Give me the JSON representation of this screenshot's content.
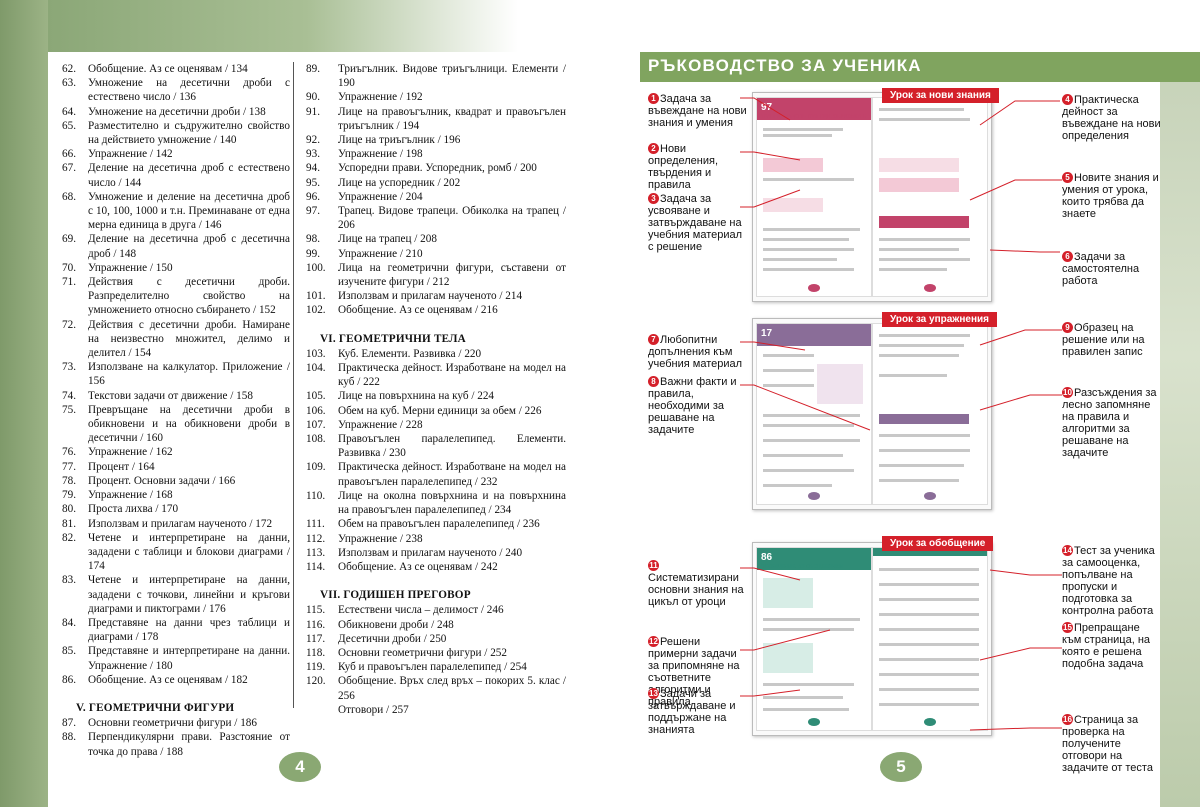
{
  "left_page": {
    "page_number": "4",
    "col1_entries": [
      {
        "num": "62.",
        "text": "Обобщение. Аз се оценявам / 134"
      },
      {
        "num": "63.",
        "text": "Умножение на десетични дроби с естествено число / 136"
      },
      {
        "num": "64.",
        "text": "Умножение на десетични дроби / 138"
      },
      {
        "num": "65.",
        "text": "Разместително и съдружително свойство на действието умножение / 140"
      },
      {
        "num": "66.",
        "text": "Упражнение / 142"
      },
      {
        "num": "67.",
        "text": "Деление на десетична дроб с естествено число / 144"
      },
      {
        "num": "68.",
        "text": "Умножение и деление на десетична дроб с 10, 100, 1000 и т.н. Преминаване от една мерна единица в друга / 146"
      },
      {
        "num": "69.",
        "text": "Деление на десетична дроб с десетична дроб / 148"
      },
      {
        "num": "70.",
        "text": "Упражнение / 150"
      },
      {
        "num": "71.",
        "text": "Действия с десетични дроби. Разпределително свойство на умножението относно събирането / 152"
      },
      {
        "num": "72.",
        "text": "Действия с десетични дроби. Намиране на неизвестно множител, делимо и делител / 154"
      },
      {
        "num": "73.",
        "text": "Използване на калкулатор. Приложение / 156"
      },
      {
        "num": "74.",
        "text": "Текстови задачи от движение / 158"
      },
      {
        "num": "75.",
        "text": "Превръщане на десетични дроби в обикновени и на обикновени дроби в десетични / 160"
      },
      {
        "num": "76.",
        "text": "Упражнение / 162"
      },
      {
        "num": "77.",
        "text": "Процент / 164"
      },
      {
        "num": "78.",
        "text": "Процент. Основни задачи / 166"
      },
      {
        "num": "79.",
        "text": "Упражнение / 168"
      },
      {
        "num": "80.",
        "text": "Проста лихва / 170"
      },
      {
        "num": "81.",
        "text": "Използвам и прилагам наученото / 172"
      },
      {
        "num": "82.",
        "text": "Четене и интерпретиране на данни, зададени с таблици и блокови диаграми / 174"
      },
      {
        "num": "83.",
        "text": "Четене и интерпретиране на данни, зададени с точкови, линейни и кръгови диаграми и пиктограми / 176"
      },
      {
        "num": "84.",
        "text": "Представяне на данни чрез таблици и диаграми / 178"
      },
      {
        "num": "85.",
        "text": "Представяне и интерпретиране на данни. Упражнение / 180"
      },
      {
        "num": "86.",
        "text": "Обобщение. Аз се оценявам / 182"
      }
    ],
    "section_v": "V. ГЕОМЕТРИЧНИ ФИГУРИ",
    "col1_entries_b": [
      {
        "num": "87.",
        "text": "Основни геометрични фигури / 186"
      },
      {
        "num": "88.",
        "text": "Перпендикулярни прави. Разстояние от точка до права / 188"
      }
    ],
    "col2_entries": [
      {
        "num": "89.",
        "text": "Триъгълник. Видове триъгълници. Елементи / 190"
      },
      {
        "num": "90.",
        "text": "Упражнение / 192"
      },
      {
        "num": "91.",
        "text": "Лице на правоъгълник, квадрат и правоъгълен триъгълник / 194"
      },
      {
        "num": "92.",
        "text": "Лице на триъгълник / 196"
      },
      {
        "num": "93.",
        "text": "Упражнение / 198"
      },
      {
        "num": "94.",
        "text": "Успоредни прави. Успоредник, ромб / 200"
      },
      {
        "num": "95.",
        "text": "Лице на успоредник / 202"
      },
      {
        "num": "96.",
        "text": "Упражнение / 204"
      },
      {
        "num": "97.",
        "text": "Трапец. Видове трапеци. Обиколка на трапец / 206"
      },
      {
        "num": "98.",
        "text": "Лице на трапец / 208"
      },
      {
        "num": "99.",
        "text": "Упражнение / 210"
      },
      {
        "num": "100.",
        "text": "Лица на геометрични фигури, съставени от изучените фигури / 212"
      },
      {
        "num": "101.",
        "text": "Използвам и прилагам наученото / 214"
      },
      {
        "num": "102.",
        "text": "Обобщение. Аз се оценявам / 216"
      }
    ],
    "section_vi": "VI. ГЕОМЕТРИЧНИ ТЕЛА",
    "col2_entries_b": [
      {
        "num": "103.",
        "text": "Куб. Елементи. Развивка / 220"
      },
      {
        "num": "104.",
        "text": "Практическа дейност. Изработване на модел на куб / 222"
      },
      {
        "num": "105.",
        "text": "Лице на повърхнина на куб / 224"
      },
      {
        "num": "106.",
        "text": "Обем на куб. Мерни единици за обем / 226"
      },
      {
        "num": "107.",
        "text": "Упражнение / 228"
      },
      {
        "num": "108.",
        "text": "Правоъгълен паралелепипед. Елементи. Развивка / 230"
      },
      {
        "num": "109.",
        "text": "Практическа дейност. Изработване на модел на правоъгълен паралелепипед / 232"
      },
      {
        "num": "110.",
        "text": "Лице на околна повърхнина и на повърхнина на правоъгълен паралелепипед / 234"
      },
      {
        "num": "111.",
        "text": "Обем на правоъгълен паралелепипед / 236"
      },
      {
        "num": "112.",
        "text": "Упражнение / 238"
      },
      {
        "num": "113.",
        "text": "Използвам и прилагам наученото / 240"
      },
      {
        "num": "114.",
        "text": "Обобщение. Аз се оценявам / 242"
      }
    ],
    "section_vii": "VII. ГОДИШЕН ПРЕГОВОР",
    "col2_entries_c": [
      {
        "num": "115.",
        "text": "Естествени числа – делимост / 246"
      },
      {
        "num": "116.",
        "text": "Обикновени дроби / 248"
      },
      {
        "num": "117.",
        "text": "Десетични дроби / 250"
      },
      {
        "num": "118.",
        "text": "Основни геометрични фигури / 252"
      },
      {
        "num": "119.",
        "text": "Куб и правоъгълен паралелепипед / 254"
      },
      {
        "num": "120.",
        "text": "Обобщение. Връх след връх – покорих 5. клас / 256"
      },
      {
        "num": "",
        "text": "Отговори / 257"
      }
    ]
  },
  "right_page": {
    "page_number": "5",
    "title": "РЪКОВОДСТВО ЗА УЧЕНИКА",
    "tabs": {
      "new": "Урок за нови знания",
      "practice": "Урок за упражнения",
      "summary": "Урок за обобщение"
    },
    "labels": [
      {
        "n": "1",
        "text": "Задача за въвеждане на нови знания и умения"
      },
      {
        "n": "2",
        "text": "Нови определения, твърдения и правила"
      },
      {
        "n": "3",
        "text": "Задача за усвояване и затвърждаване на учебния материал с решение"
      },
      {
        "n": "4",
        "text": "Практическа дейност за въвеждане на нови определения"
      },
      {
        "n": "5",
        "text": "Новите знания и умения от урока, които трябва да знаете"
      },
      {
        "n": "6",
        "text": "Задачи за самостоятелна работа"
      },
      {
        "n": "7",
        "text": "Любопитни допълнения към учебния материал"
      },
      {
        "n": "8",
        "text": "Важни факти и правила, необходими за решаване на задачите"
      },
      {
        "n": "9",
        "text": "Образец на решение или на правилен запис"
      },
      {
        "n": "10",
        "text": "Разсъждения за лесно запомняне на правила и алгоритми за решаване на задачите"
      },
      {
        "n": "11",
        "text": "Систематизирани основни знания на цикъл от уроци"
      },
      {
        "n": "12",
        "text": "Решени примерни задачи за припомняне на съответните алгоритми и правила"
      },
      {
        "n": "13",
        "text": "Задачи за затвърждаване и поддържане на знанията"
      },
      {
        "n": "14",
        "text": "Тест за ученика за самооценка, попълване на пропуски и подготовка за контролна работа"
      },
      {
        "n": "15",
        "text": "Препращане към страница, на която е решена подобна задача"
      },
      {
        "n": "16",
        "text": "Страница за проверка на получените отговори на задачите от теста"
      }
    ],
    "spread_headers": [
      {
        "num": "97",
        "title": "ТРАПЕЦ. ВИДОВЕ ТРАПЕЦИ. ОБИКОЛКА НА ТРАПЕЦ"
      },
      {
        "num": "17",
        "title": "УПРАЖНЕНИЕ"
      },
      {
        "num": "86",
        "title": "ОБОБЩЕНИЕ. АЗ СЕ ОЦЕНЯВАМ"
      }
    ],
    "colors": {
      "green": "#80a45f",
      "red": "#d4202a",
      "pink": "#c2436a",
      "purple": "#8a6d98",
      "teal": "#2f8c76"
    }
  }
}
